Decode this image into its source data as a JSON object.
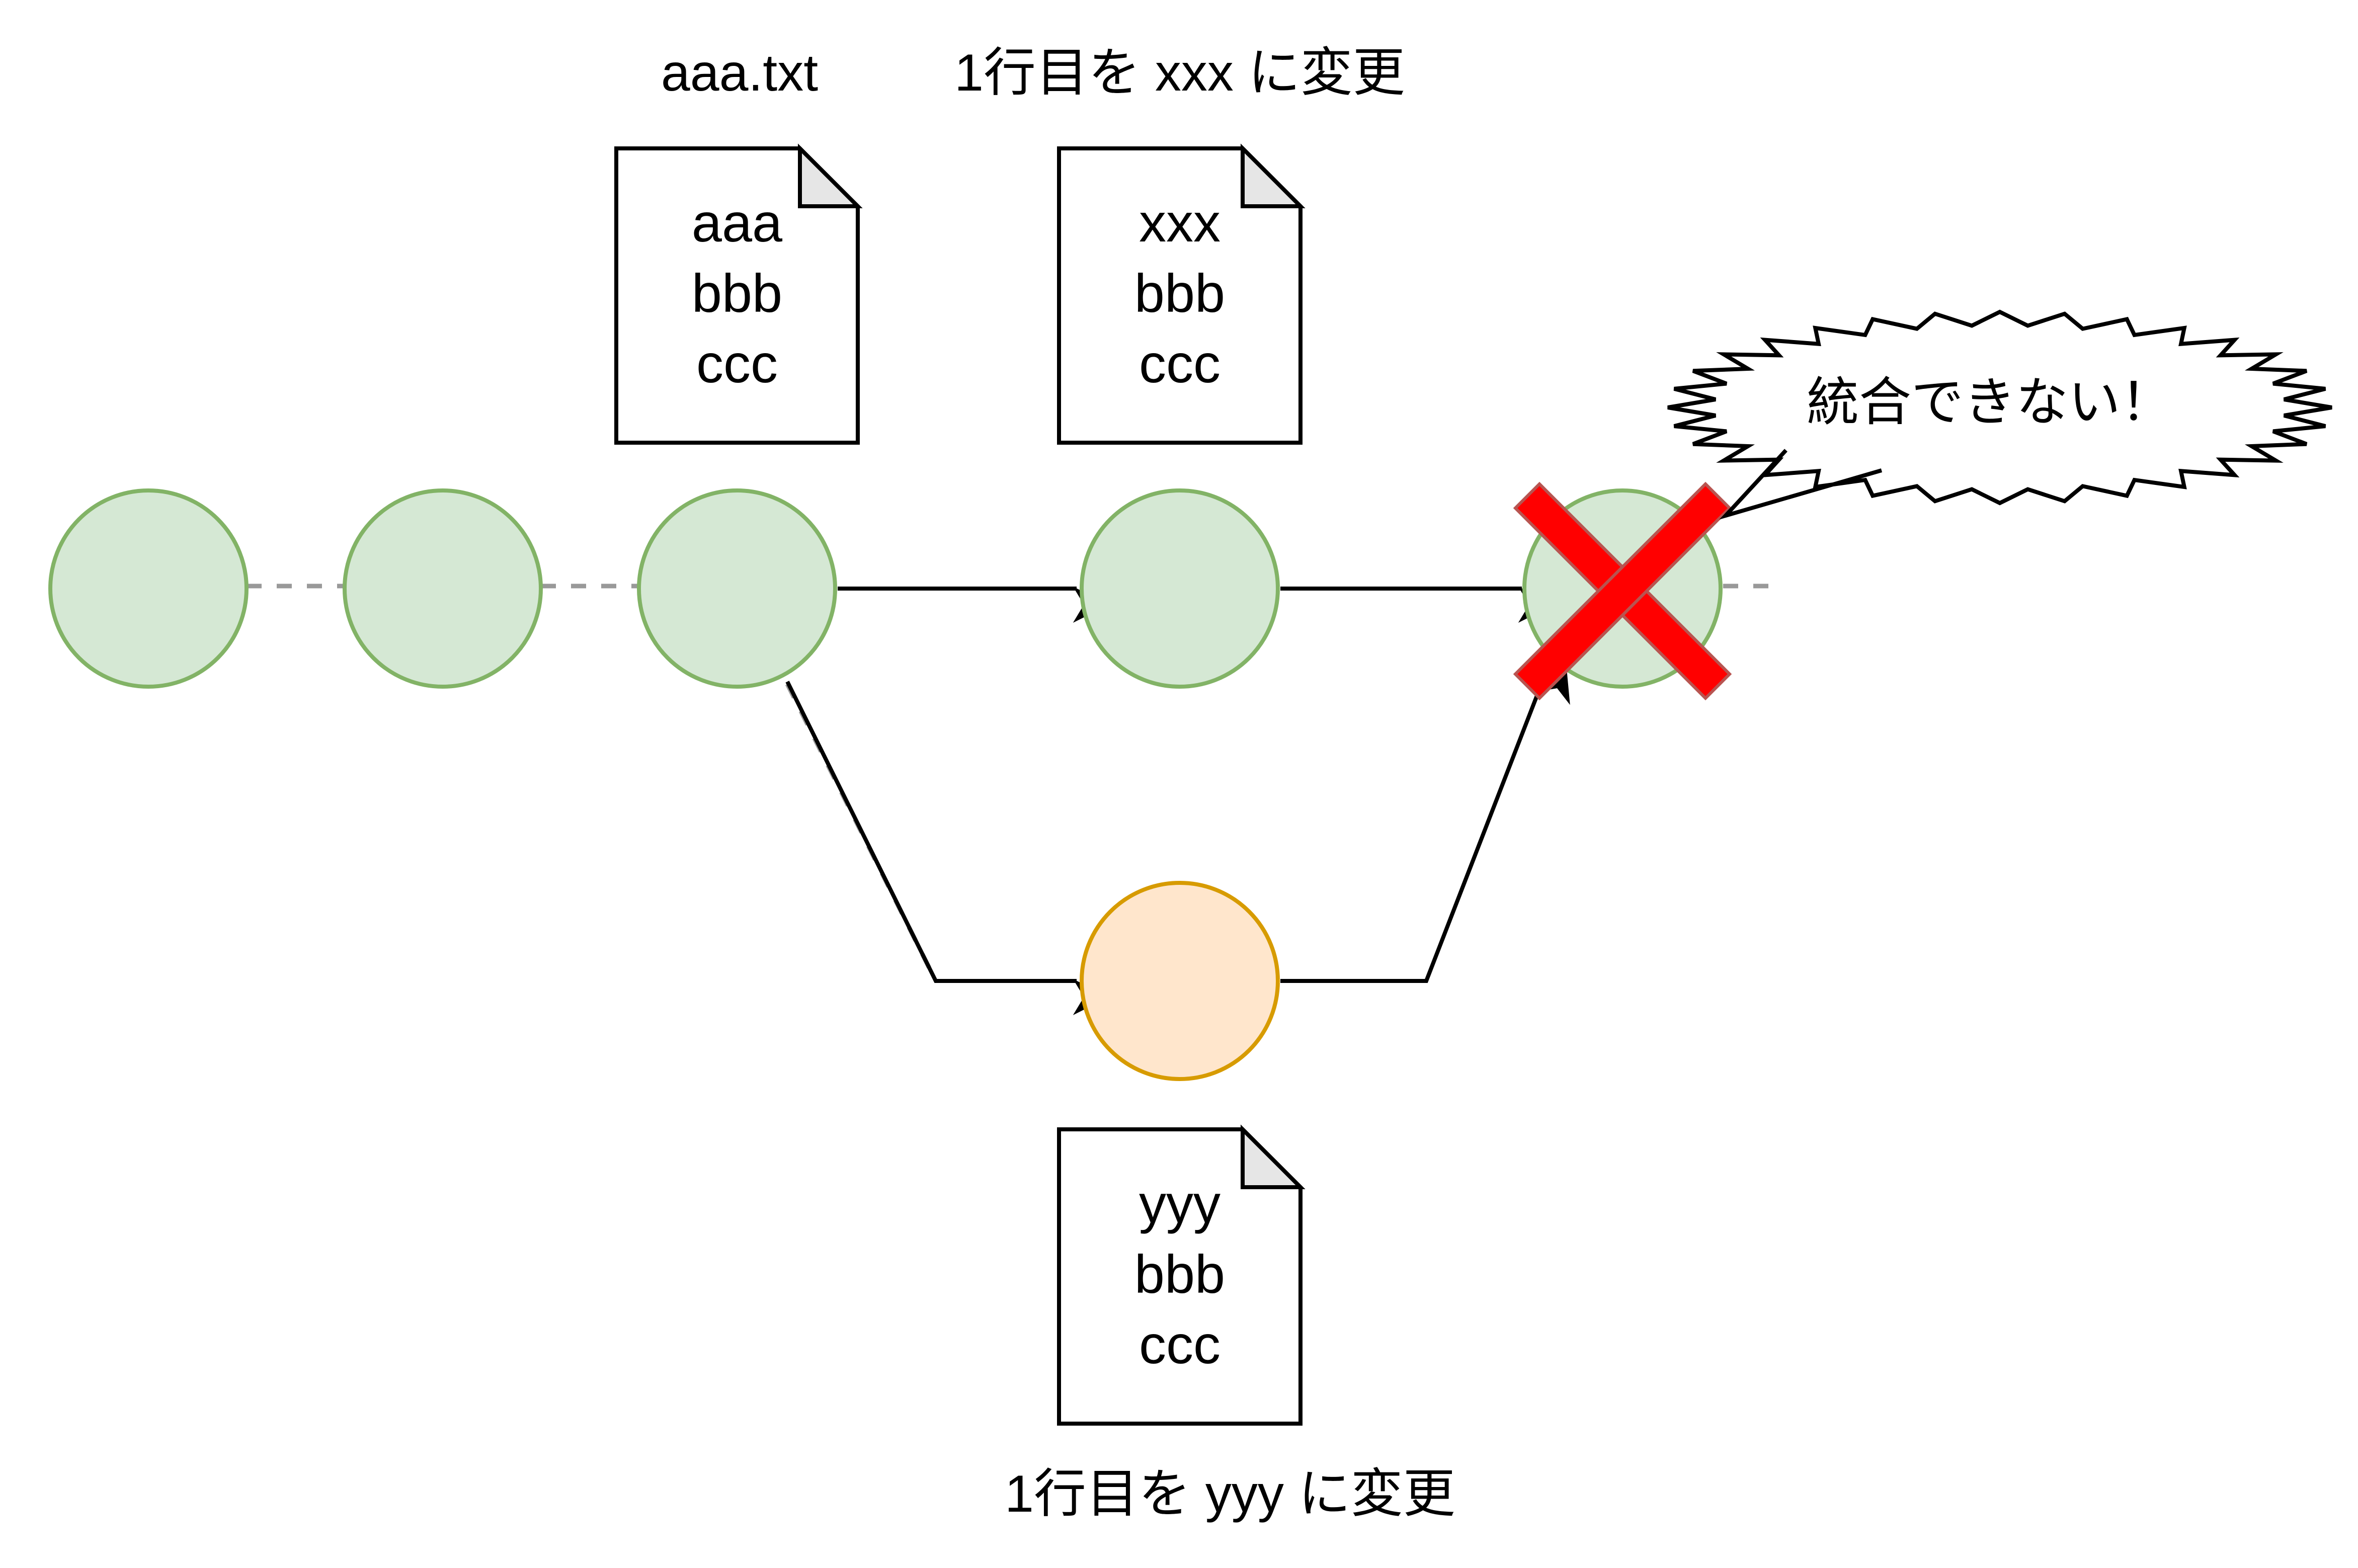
{
  "labels": {
    "original_file": "aaa.txt",
    "change_xxx": "1行目を xxx に変更",
    "change_yyy": "1行目を yyy に変更",
    "callout": "統合できない！"
  },
  "documents": {
    "original": {
      "lines": [
        "aaa",
        "bbb",
        "ccc"
      ]
    },
    "main_change": {
      "lines": [
        "xxx",
        "bbb",
        "ccc"
      ]
    },
    "branch_change": {
      "lines": [
        "yyy",
        "bbb",
        "ccc"
      ]
    }
  },
  "colors": {
    "commit_fill": "#d5e8d4",
    "commit_stroke": "#82b366",
    "branch_fill": "#ffe6cc",
    "branch_stroke": "#d79b00",
    "dashed_line": "#999999",
    "arrow": "#000000",
    "cross_fill": "#ff0000",
    "cross_stroke": "#b85450",
    "doc_fold": "#e6e6e6"
  }
}
